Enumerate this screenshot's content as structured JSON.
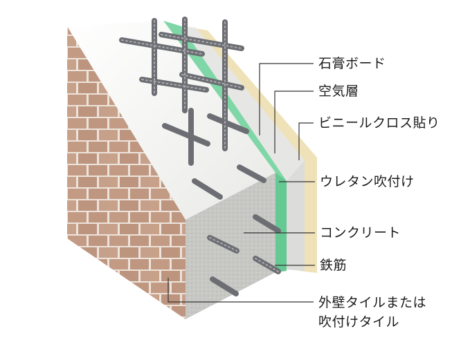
{
  "labels": {
    "gypsum_board": "石膏ボード",
    "air_layer": "空気層",
    "vinyl_cloth": "ビニールクロス貼り",
    "urethan_spray": "ウレタン吹付け",
    "concrete": "コンクリート",
    "rebar": "鉄筋",
    "exterior_tile_line1": "外壁タイルまたは",
    "exterior_tile_line2": "吹付けタイル"
  },
  "colors": {
    "brick": "#c39b84",
    "mortar": "#ece3da",
    "concrete_top": "#f4f4f2",
    "concrete_side": "#c9c9c6",
    "urethane": "#7fd6a6",
    "gypsum": "#e6e6e4",
    "cloth": "#efe2b8",
    "rebar": "#6c6e73",
    "leader": "#333333"
  }
}
